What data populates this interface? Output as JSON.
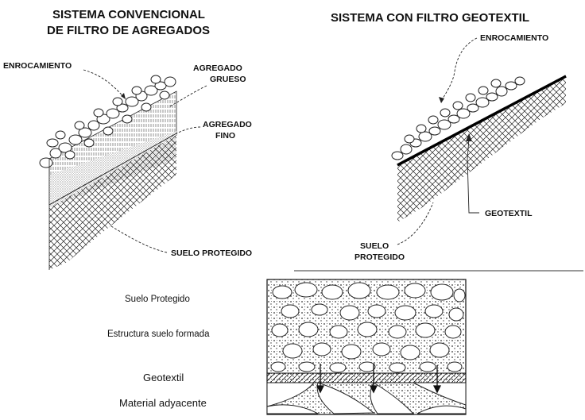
{
  "left_panel": {
    "title_line1": "SISTEMA CONVENCIONAL",
    "title_line2": "DE FILTRO DE AGREGADOS",
    "labels": {
      "enrocamiento": "ENROCAMIENTO",
      "agregado_grueso_1": "AGREGADO",
      "agregado_grueso_2": "GRUESO",
      "agregado_fino_1": "AGREGADO",
      "agregado_fino_2": "FINO",
      "suelo_protegido": "SUELO PROTEGIDO"
    }
  },
  "right_panel": {
    "title": "SISTEMA CON FILTRO GEOTEXTIL",
    "labels": {
      "enrocamiento": "ENROCAMIENTO",
      "geotextil": "GEOTEXTIL",
      "suelo_1": "SUELO",
      "suelo_2": "PROTEGIDO"
    }
  },
  "bottom_panel": {
    "labels": {
      "suelo_protegido": "Suelo Protegido",
      "estructura": "Estructura suelo formada",
      "geotextil": "Geotextil",
      "material": "Material adyacente"
    }
  }
}
